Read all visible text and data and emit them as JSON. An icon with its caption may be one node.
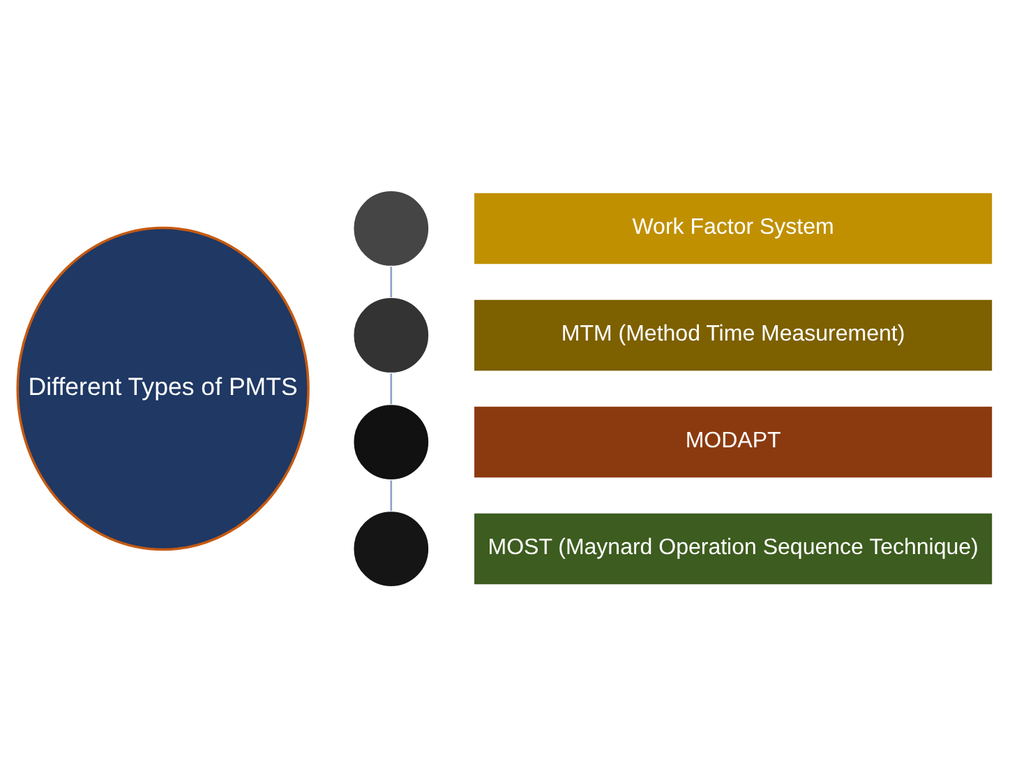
{
  "diagram": {
    "nodes": [
      {
        "text": [
          "Different Types of PMTS"
        ]
      },
      {
        "text": [],
        "shape": "circle"
      },
      {
        "text": [
          "Work Factor System"
        ]
      },
      {
        "text": [],
        "shape": "circle"
      },
      {
        "text": [
          "MTM (Method Time Measurement)"
        ]
      },
      {
        "text": [],
        "shape": "circle"
      },
      {
        "text": [
          "MODAPT"
        ]
      },
      {
        "text": [],
        "shape": "circle"
      },
      {
        "text": [
          "MOST (Maynard Operation Sequence Technique)"
        ]
      }
    ],
    "edges": [
      {
        "from": 1,
        "to": 3,
        "arrow": "none"
      },
      {
        "from": 3,
        "to": 5,
        "arrow": "none"
      },
      {
        "from": 5,
        "to": 7,
        "arrow": "none"
      }
    ]
  }
}
